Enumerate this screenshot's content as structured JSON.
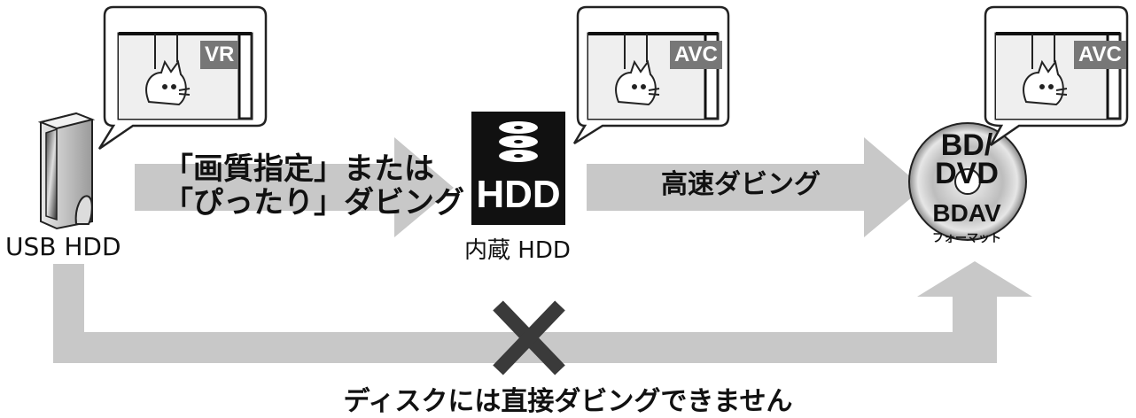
{
  "devices": {
    "usb_hdd_label": "USB HDD",
    "internal_hdd_label": "内蔵 HDD",
    "internal_hdd_icon_text": "HDD",
    "disc_title": "BD/\nDVD",
    "disc_format": "BDAV",
    "disc_format_sub": "フォーマット"
  },
  "arrows": {
    "usb_to_internal_label": "「画質指定」または\n「ぴったり」ダビング",
    "internal_to_disc_label": "高速ダビング",
    "direct_blocked_label": "ディスクには直接ダビングできません"
  },
  "callouts": [
    {
      "badge": "VR"
    },
    {
      "badge": "AVC"
    },
    {
      "badge": "AVC"
    }
  ],
  "colors": {
    "arrow_gray": "#c8c8c8",
    "cross_dark": "#3a3a3a",
    "badge_gray": "#777777",
    "hdd_black": "#111111"
  }
}
